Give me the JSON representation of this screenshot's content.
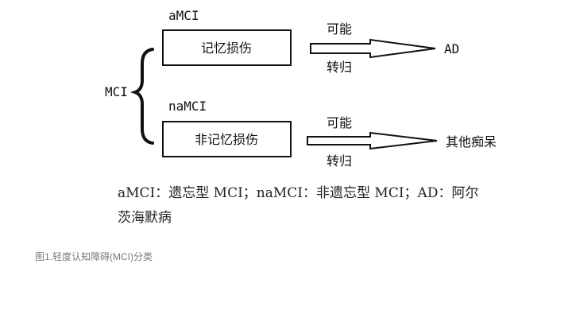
{
  "diagram": {
    "root": "MCI",
    "branches": [
      {
        "subtype": "aMCI",
        "box_label": "记忆损伤",
        "arrow_top": "可能",
        "arrow_bottom": "转归",
        "outcome": "AD"
      },
      {
        "subtype": "naMCI",
        "box_label": "非记忆损伤",
        "arrow_top": "可能",
        "arrow_bottom": "转归",
        "outcome": "其他痴呆"
      }
    ]
  },
  "legend": {
    "line1": "aMCI：遗忘型 MCI；naMCI：非遗忘型 MCI；AD：阿尔",
    "line2": "茨海默病"
  },
  "caption": "图1.轻度认知障碍(MCI)分类"
}
